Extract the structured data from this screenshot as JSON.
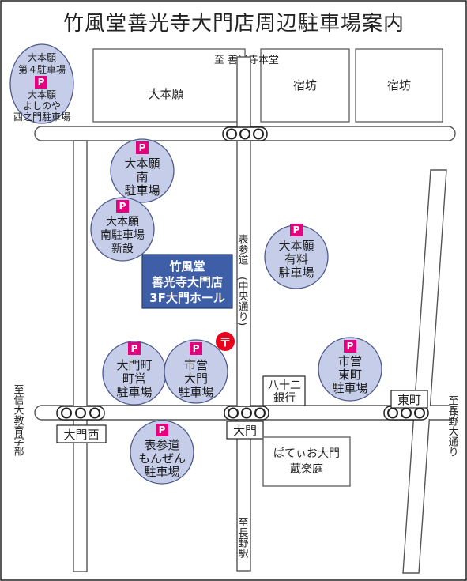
{
  "title": "竹風堂善光寺大門店周辺駐車場案内",
  "places": {
    "daihongan": "大本願",
    "shukubo1": "宿坊",
    "shukubo2": "宿坊",
    "to_zenkoji": "至 善光寺本堂",
    "hachijuni": [
      "八十二",
      "銀行"
    ],
    "pateo": [
      "ぱてぃお大門",
      "蔵楽庭"
    ]
  },
  "roads": {
    "omotesando": "表参道",
    "chuo_dori": "(中央通り)",
    "to_shinshu": "至信大教育学部",
    "to_nagano_dori": "至長野大通り",
    "to_nagano_station": "至長野駅"
  },
  "intersections": {
    "daimon_nishi": "大門西",
    "daimon": "大門",
    "higashimachi": "東町"
  },
  "store": {
    "name_lines": [
      "竹風堂",
      "善光寺大門店",
      "3F大門ホール"
    ]
  },
  "parking": {
    "p_symbol": "P",
    "daihongan_4": [
      "大本願",
      "第４駐車場"
    ],
    "yoshinoya": [
      "大本願",
      "よしのや",
      "西之門駐車場"
    ],
    "daihongan_south": [
      "大本願",
      "南",
      "駐車場"
    ],
    "daihongan_south_new": [
      "大本願",
      "南駐車場",
      "新設"
    ],
    "daihongan_paid": [
      "大本願",
      "有料",
      "駐車場"
    ],
    "daimoncho": [
      "大門町",
      "町営",
      "駐車場"
    ],
    "shiei_daimon": [
      "市営",
      "大門",
      "駐車場"
    ],
    "shiei_higashimachi": [
      "市営",
      "東町",
      "駐車場"
    ],
    "omotesando_monzen": [
      "表参道",
      "もんぜん",
      "駐車場"
    ]
  },
  "icons": {
    "post_office": "〒"
  },
  "colors": {
    "parking_fill": "#c5cde8",
    "parking_symbol": "#e4007f",
    "store_box": "#3e5ea8",
    "post_office": "#e8001c"
  }
}
